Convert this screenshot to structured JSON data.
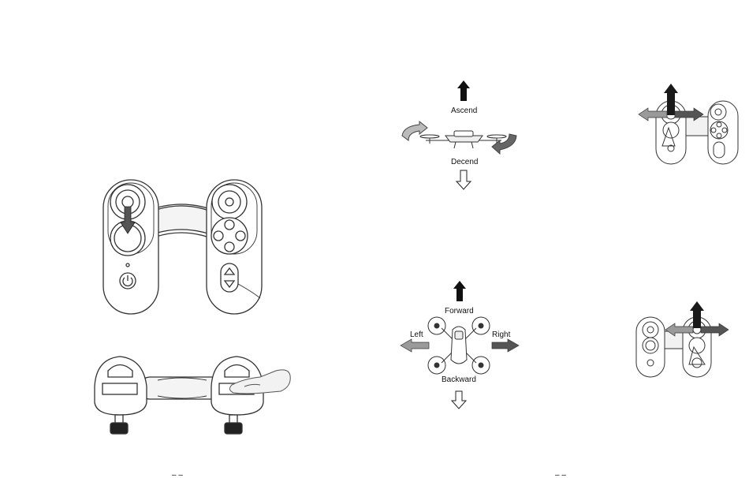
{
  "labels": {
    "ascend": "Ascend",
    "decend": "Decend",
    "forward": "Forward",
    "backward": "Backward",
    "left": "Left",
    "right": "Right"
  },
  "footer": {
    "left_page_marks": "– –",
    "right_page_marks": "– –"
  },
  "colors": {
    "line": "#333333",
    "dark_arrow": "#1a1a1a",
    "mid_arrow": "#555555",
    "light_arrow": "#9a9a9a",
    "fill_light": "#f4f4f4"
  },
  "icons": [
    "power-icon",
    "hand-icon",
    "drone-icon",
    "arrow-up-icon",
    "arrow-down-icon",
    "rotate-icon"
  ]
}
